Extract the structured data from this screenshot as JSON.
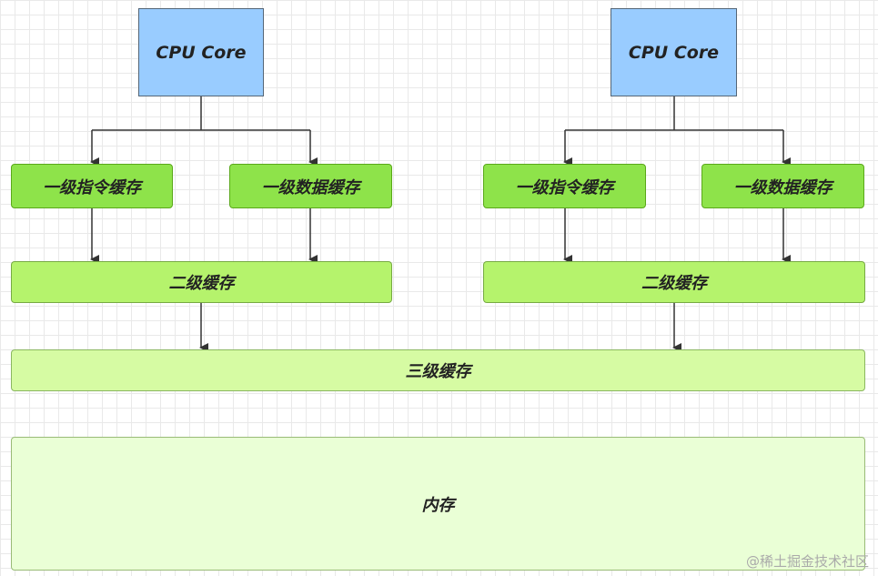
{
  "cores": [
    {
      "core_label": "CPU Core",
      "l1_instruction_label": "一级指令缓存",
      "l1_data_label": "一级数据缓存",
      "l2_label": "二级缓存"
    },
    {
      "core_label": "CPU Core",
      "l1_instruction_label": "一级指令缓存",
      "l1_data_label": "一级数据缓存",
      "l2_label": "二级缓存"
    }
  ],
  "l3_label": "三级缓存",
  "memory_label": "内存",
  "watermark_text": "@稀土掘金技术社区",
  "colors": {
    "cpu": "#99ccff",
    "l1": "#8ee34a",
    "l2": "#b5f36c",
    "l3": "#d6fba3",
    "memory": "#eaffd6"
  }
}
